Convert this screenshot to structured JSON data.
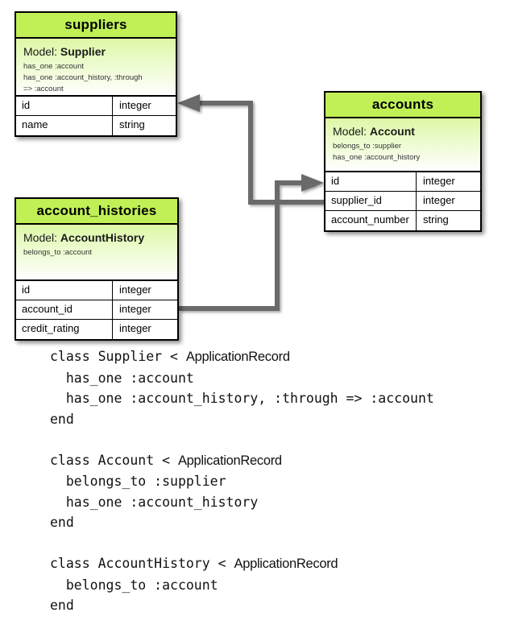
{
  "diagram": {
    "type": "entity-relationship",
    "accent_green_header": "#c0f055",
    "accent_green_body": "#ddf7a5",
    "connector_color": "#6b6b6b",
    "entities": [
      {
        "id": "suppliers",
        "title": "suppliers",
        "model_label": "Model:",
        "model_name": "Supplier",
        "associations": [
          "has_one :account",
          "has_one :account_history, :through",
          "=> :account"
        ],
        "columns": [
          {
            "name": "id",
            "type": "integer"
          },
          {
            "name": "name",
            "type": "string"
          }
        ]
      },
      {
        "id": "accounts",
        "title": "accounts",
        "model_label": "Model:",
        "model_name": "Account",
        "associations": [
          "belongs_to :supplier",
          "has_one :account_history"
        ],
        "columns": [
          {
            "name": "id",
            "type": "integer"
          },
          {
            "name": "supplier_id",
            "type": "integer"
          },
          {
            "name": "account_number",
            "type": "string"
          }
        ]
      },
      {
        "id": "account_histories",
        "title": "account_histories",
        "model_label": "Model:",
        "model_name": "AccountHistory",
        "associations": [
          "belongs_to :account"
        ],
        "columns": [
          {
            "name": "id",
            "type": "integer"
          },
          {
            "name": "account_id",
            "type": "integer"
          },
          {
            "name": "credit_rating",
            "type": "integer"
          }
        ]
      }
    ],
    "relationships": [
      {
        "from": "accounts.supplier_id",
        "to": "suppliers.id",
        "arrow": "to-suppliers"
      },
      {
        "from": "account_histories.account_id",
        "to": "accounts.id",
        "arrow": "to-accounts"
      }
    ]
  },
  "code": {
    "language": "ruby",
    "superclass": "ApplicationRecord",
    "blocks": [
      {
        "id": "supplier-class",
        "lines": [
          {
            "pre": "class Supplier < ",
            "cls": "ApplicationRecord",
            "post": ""
          },
          {
            "pre": "  has_one :account",
            "cls": "",
            "post": ""
          },
          {
            "pre": "  has_one :account_history, :through => :account",
            "cls": "",
            "post": ""
          },
          {
            "pre": "end",
            "cls": "",
            "post": ""
          }
        ]
      },
      {
        "id": "account-class",
        "lines": [
          {
            "pre": "class Account < ",
            "cls": "ApplicationRecord",
            "post": ""
          },
          {
            "pre": "  belongs_to :supplier",
            "cls": "",
            "post": ""
          },
          {
            "pre": "  has_one :account_history",
            "cls": "",
            "post": ""
          },
          {
            "pre": "end",
            "cls": "",
            "post": ""
          }
        ]
      },
      {
        "id": "accounthistory-class",
        "lines": [
          {
            "pre": "class AccountHistory < ",
            "cls": "ApplicationRecord",
            "post": ""
          },
          {
            "pre": "  belongs_to :account",
            "cls": "",
            "post": ""
          },
          {
            "pre": "end",
            "cls": "",
            "post": ""
          }
        ]
      }
    ]
  }
}
